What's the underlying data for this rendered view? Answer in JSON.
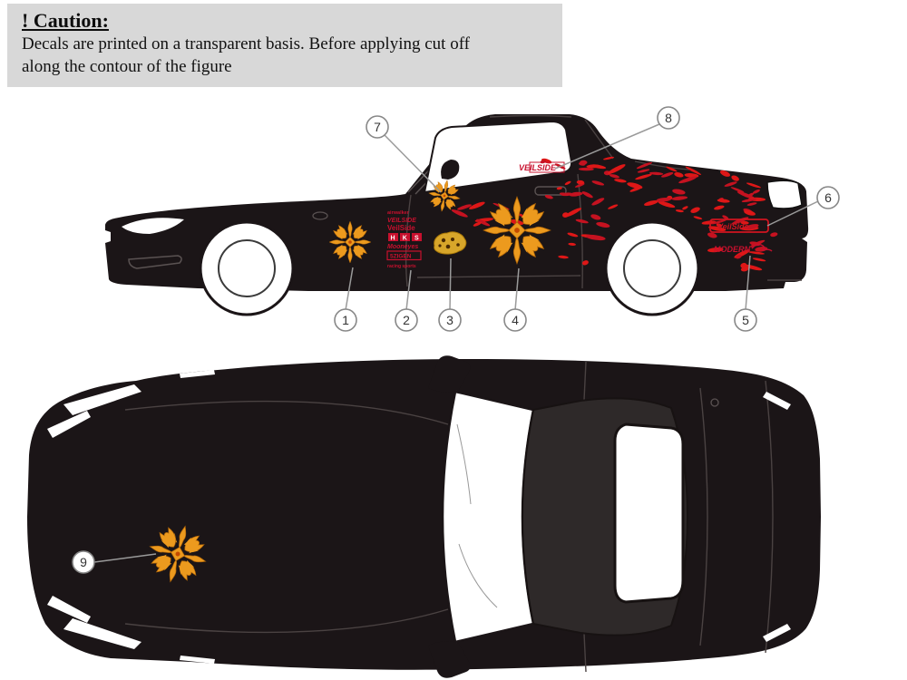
{
  "caution": {
    "title": "! Caution:",
    "line1": "Decals are printed on a transparent basis. Before applying cut off",
    "line2": "along the contour of the figure"
  },
  "callouts": {
    "c1": "1",
    "c2": "2",
    "c3": "3",
    "c4": "4",
    "c5": "5",
    "c6": "6",
    "c7": "7",
    "c8": "8",
    "c9": "9"
  },
  "callout_targets": {
    "1": "small tribal sun decal on front fender",
    "2": "sponsor logo column on door front edge",
    "3": "gold skull decal on door",
    "4": "large tribal sun decal on door",
    "5": "script logo on rear bumper",
    "6": "boxed logo on rear bumper",
    "7": "small tribal sun decal on upper door",
    "8": "logo decal on side window",
    "9": "tribal sun decal on hood (top view)"
  },
  "logos": {
    "window_logo": "VEILSIDE",
    "rear_box": "VeilSide",
    "rear_script": "MODERN"
  },
  "sponsors": {
    "r1": "airwalker",
    "r2": "VEILSIDE",
    "r3": "VeilSide",
    "r4": "HKS",
    "r5": "Mooneyes",
    "r6": "5ZIGEN",
    "r7": "racing sports"
  },
  "colors": {
    "body_black": "#1b1517",
    "roof_gray": "#2e2929",
    "decal_red": "#d6182a",
    "splatter_red": "#de1717",
    "tribal_orange": "#ec9a1e",
    "tribal_outline": "#b06508",
    "skull_gold": "#d8a62a",
    "caution_bg": "#d8d8d8"
  }
}
